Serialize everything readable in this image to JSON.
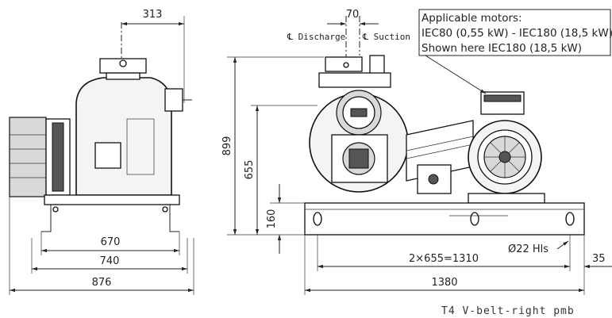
{
  "notes": {
    "motors_title": "Applicable motors:",
    "motors_range": "IEC80 (0,55 kW) - IEC180 (18,5 kW)",
    "motors_shown": "Shown here IEC180 (18,5 kW)"
  },
  "centerlines": {
    "discharge": "℄ Discharge",
    "suction": "℄ Suction"
  },
  "dimensions": {
    "d313": "313",
    "d670": "670",
    "d740": "740",
    "d876": "876",
    "d70": "70",
    "d899": "899",
    "d655": "655",
    "d160": "160",
    "d1310": "2×655=1310",
    "d1380": "1380",
    "d35": "35",
    "hole": "Ø22 Hls"
  },
  "caption": "T4  V-belt-right  pmb"
}
